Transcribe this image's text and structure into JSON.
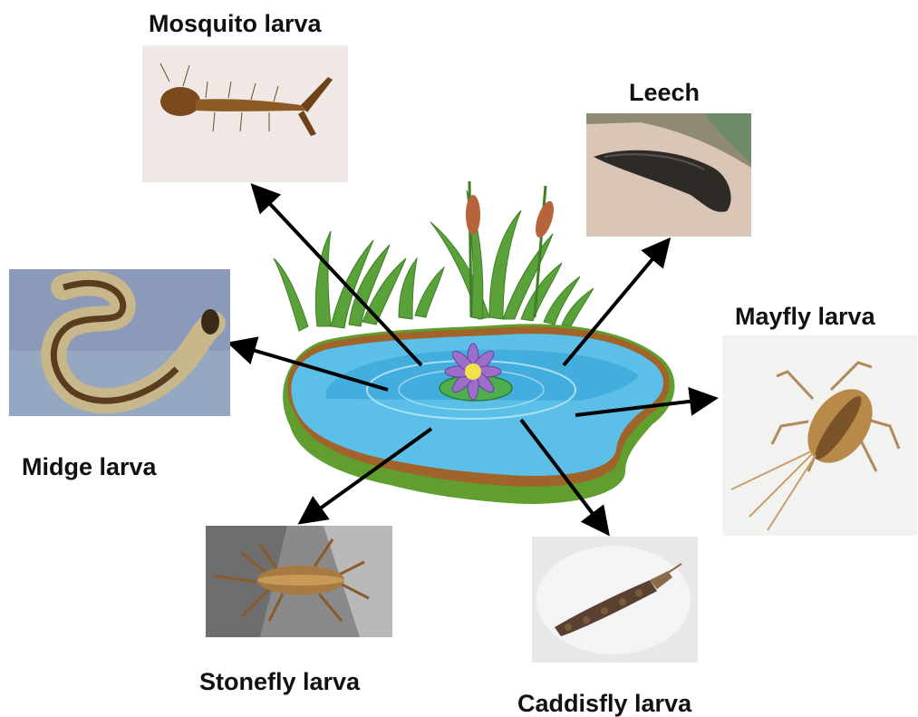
{
  "labels": {
    "mosquito": "Mosquito larva",
    "leech": "Leech",
    "mayfly": "Mayfly larva",
    "midge": "Midge larva",
    "stonefly": "Stonefly larva",
    "caddisfly": "Caddisfly larva"
  },
  "colors": {
    "arrow": "#000000",
    "pond_water": "#5bbfe8",
    "pond_water_deep": "#2f9fd6",
    "pond_grass_rim": "#5f9e2f",
    "pond_soil_rim": "#a0642a",
    "reeds": "#5aa13a",
    "cattail": "#b8643a",
    "lily_petal": "#9b6fc9",
    "lily_center": "#f2e24a",
    "lily_pad": "#4cae4c"
  },
  "icons": {
    "pond": "pond-illustration",
    "mosquito_photo": "mosquito-larva-photo",
    "leech_photo": "leech-photo",
    "mayfly_photo": "mayfly-larva-photo",
    "midge_photo": "midge-larva-photo",
    "stonefly_photo": "stonefly-larva-photo",
    "caddisfly_photo": "caddisfly-larva-photo"
  }
}
